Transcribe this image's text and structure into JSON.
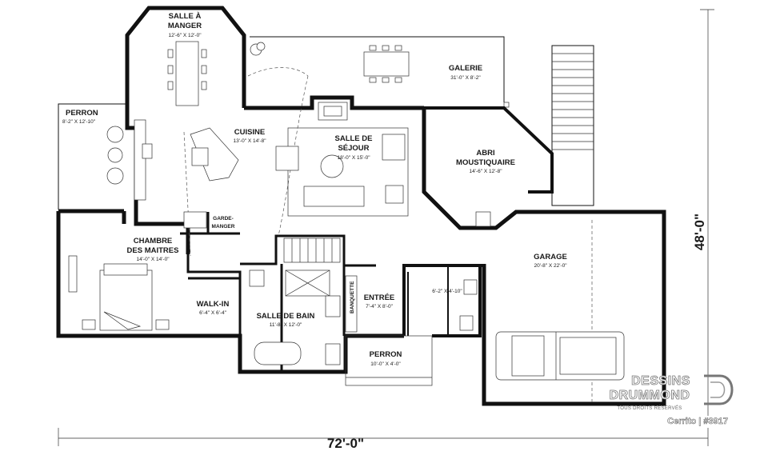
{
  "rooms": {
    "salle_a_manger": {
      "line1": "SALLE À",
      "line2": "MANGER",
      "dims": "12'-6\" X 12'-0\""
    },
    "galerie": {
      "name": "GALERIE",
      "dims": "31'-0\" X 8'-2\""
    },
    "perron_left": {
      "name": "PERRON",
      "dims": "8'-2\" X 12'-10\""
    },
    "cuisine": {
      "name": "CUISINE",
      "dims": "13'-0\" X 14'-8\""
    },
    "salle_de_sejour": {
      "line1": "SALLE DE",
      "line2": "SÉJOUR",
      "dims": "18'-0\" X 15'-0\""
    },
    "abri": {
      "line1": "ABRI",
      "line2": "MOUSTIQUAIRE",
      "dims": "14'-6\" X 12'-8\""
    },
    "garde_manger": {
      "line1": "GARDE-",
      "line2": "MANGER"
    },
    "chambre": {
      "line1": "CHAMBRE",
      "line2": "DES MAITRES",
      "dims": "14'-0\" X 14'-0\""
    },
    "garage": {
      "name": "GARAGE",
      "dims": "20'-8\" X 22'-0\""
    },
    "walk_in": {
      "name": "WALK-IN",
      "dims": "6'-4\" X 6'-4\""
    },
    "salle_de_bain": {
      "name": "SALLE DE BAIN",
      "dims": "11'-8\" X 12'-0\""
    },
    "banquette": {
      "name": "BANQUETTE"
    },
    "entree": {
      "name": "ENTRÉE",
      "dims": "7'-4\" X 8'-0\""
    },
    "powder": {
      "dims": "6'-2\" X 4'-10\""
    },
    "perron_front": {
      "name": "PERRON",
      "dims": "10'-0\" X 4'-0\""
    }
  },
  "dimensions": {
    "width": "72'-0\"",
    "depth": "48'-0\""
  },
  "brand": {
    "line1": "DESSINS",
    "line2": "DRUMMOND",
    "rights": "TOUS DROITS RÉSERVÉS"
  },
  "caption": "Cerrito | #3917"
}
